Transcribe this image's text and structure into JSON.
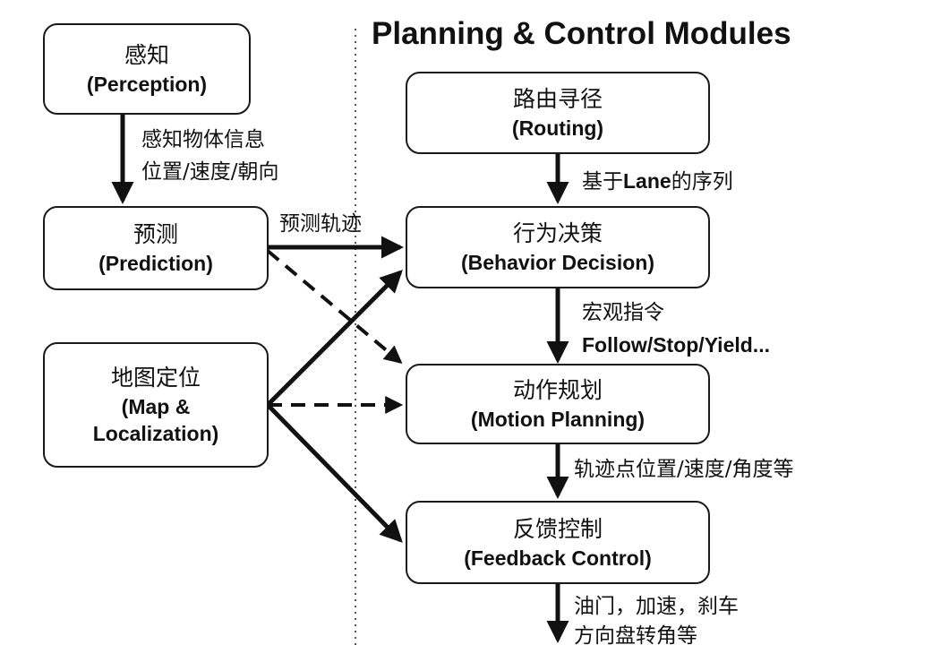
{
  "title": "Planning & Control Modules",
  "nodes": {
    "perception": {
      "zh": "感知",
      "en": "(Perception)"
    },
    "prediction": {
      "zh": "预测",
      "en": "(Prediction)"
    },
    "map_localization": {
      "zh": "地图定位",
      "en_line1": "(Map &",
      "en_line2": "Localization)"
    },
    "routing": {
      "zh": "路由寻径",
      "en": "(Routing)"
    },
    "behavior_decision": {
      "zh": "行为决策",
      "en": "(Behavior Decision)"
    },
    "motion_planning": {
      "zh": "动作规划",
      "en": "(Motion Planning)"
    },
    "feedback_control": {
      "zh": "反馈控制",
      "en": "(Feedback Control)"
    }
  },
  "edge_labels": {
    "perception_to_prediction_line1": "感知物体信息",
    "perception_to_prediction_line2": "位置/速度/朝向",
    "prediction_to_behavior": "预测轨迹",
    "routing_to_behavior_prefix": "基于",
    "routing_to_behavior_bold": "Lane",
    "routing_to_behavior_suffix": "的序列",
    "behavior_to_motion_line1": "宏观指令",
    "behavior_to_motion_line2": "Follow/Stop/Yield...",
    "motion_to_feedback": "轨迹点位置/速度/角度等",
    "feedback_output_line1": "油门，加速，刹车",
    "feedback_output_line2": "方向盘转角等"
  },
  "colors": {
    "line": "#111111",
    "node_border": "#1a1a1a",
    "divider": "#555555"
  }
}
